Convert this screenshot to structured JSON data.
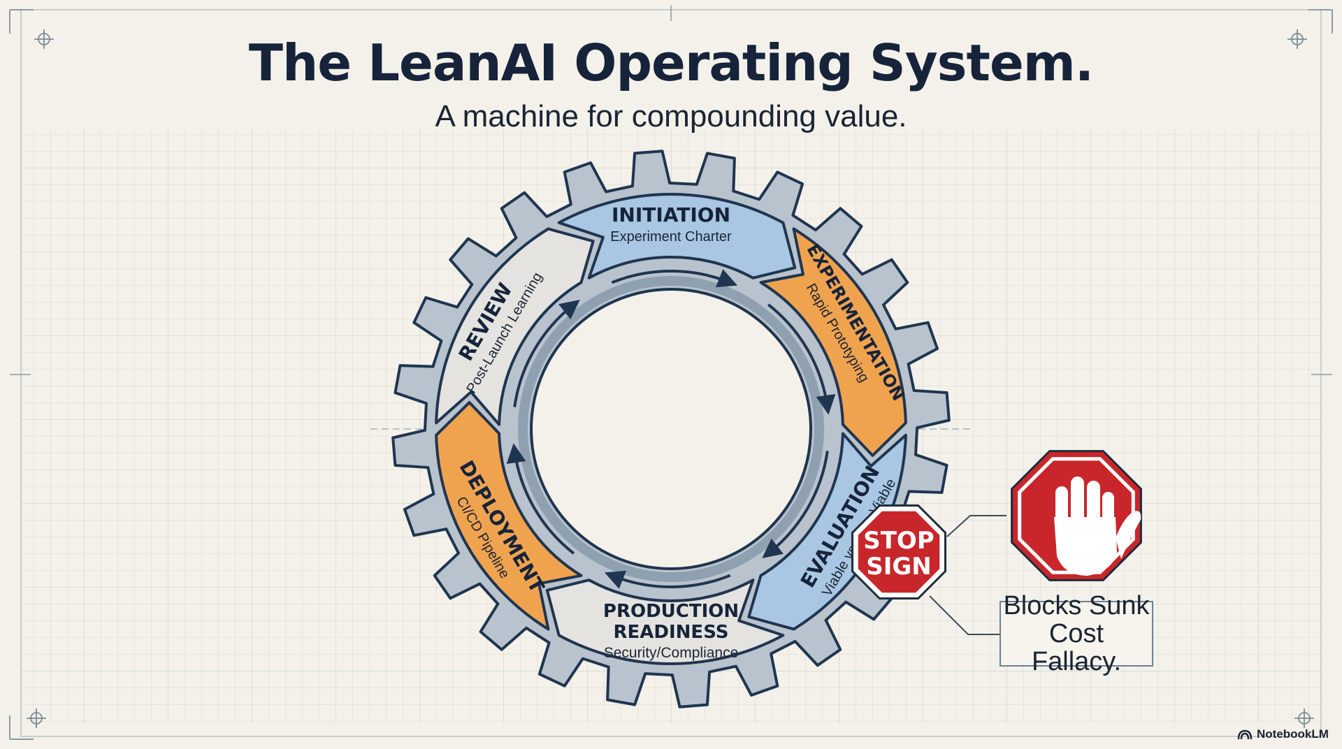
{
  "header": {
    "title": "The LeanAI Operating System.",
    "subtitle": "A machine for compounding value."
  },
  "cycle": {
    "stages": [
      {
        "label": "INITIATION",
        "sub": "Experiment Charter",
        "color": "#a9c7e2"
      },
      {
        "label": "EXPERIMENTATION",
        "sub": "Rapid Prototyping",
        "color": "#f0a34f"
      },
      {
        "label": "EVALUATION",
        "sub": "Viable vs. Non-Viable",
        "color": "#a9c7e2"
      },
      {
        "label": "PRODUCTION READINESS",
        "sub": "Security/Compliance",
        "color": "#e4e3df"
      },
      {
        "label": "DEPLOYMENT",
        "sub": "CI/CD Pipeline",
        "color": "#f0a34f"
      },
      {
        "label": "REVIEW",
        "sub": "Post-Launch Learning",
        "color": "#e4e3df"
      }
    ]
  },
  "stop_sign": {
    "line1": "STOP",
    "line2": "SIGN",
    "color": "#c8262b"
  },
  "callout": {
    "line1": "Blocks Sunk",
    "line2": "Cost Fallacy."
  },
  "brand": {
    "name": "NotebookLM"
  },
  "colors": {
    "navy": "#1f3550",
    "gear": "#b9c3cd",
    "background": "#f3f1e9"
  }
}
